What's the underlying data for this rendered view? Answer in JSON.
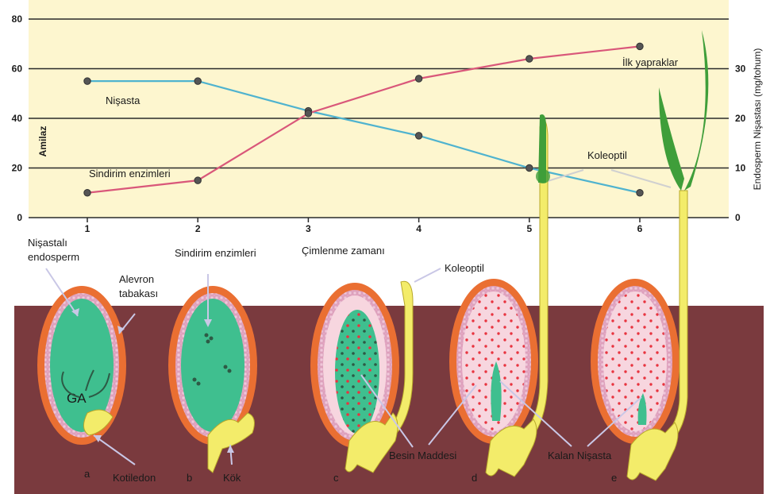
{
  "chart_data": {
    "type": "line",
    "x": [
      1,
      2,
      3,
      4,
      5,
      6
    ],
    "x_ticks": [
      "1",
      "2",
      "3",
      "4",
      "5",
      "6"
    ],
    "ylim": [
      0,
      80
    ],
    "y_ticks": [
      "0",
      "20",
      "40",
      "60",
      "80"
    ],
    "ylim_right": [
      0,
      40
    ],
    "y_ticks_right": [
      "0",
      "10",
      "20",
      "30"
    ],
    "ylabel": "Amilaz",
    "ylabel_right": "Endosperm Nişastası (mg/tohum)",
    "grid": true,
    "series": [
      {
        "name": "Nişasta",
        "axis": "right",
        "color": "#4fb3cf",
        "values": [
          27.5,
          27.5,
          21.5,
          16.5,
          10,
          5
        ]
      },
      {
        "name": "Sindirim enzimleri",
        "axis": "left",
        "color": "#d9577a",
        "values": [
          10,
          15,
          42,
          56,
          64,
          69
        ]
      }
    ]
  },
  "labels": {
    "ilk_yapraklar": "İlk yapraklar",
    "koleoptil_top": "Koleoptil",
    "nisastali": "Nişastalı",
    "endosperm": "endosperm",
    "alevron": "Alevron",
    "tabakasi": "tabakası",
    "sindirim_mid": "Sindirim enzimleri",
    "cimlenme": "Çimlenme zamanı",
    "koleoptil_mid": "Koleoptil",
    "ga": "GA",
    "besin": "Besin Maddesi",
    "kalan": "Kalan Nişasta",
    "kotiledon": "Kotiledon",
    "kok": "Kök",
    "stages": [
      "a",
      "b",
      "c",
      "d",
      "e"
    ]
  },
  "colors": {
    "chart_bg": "#fdf6cf",
    "soil": "#7a3a3e",
    "seed_coat": "#ea6f32",
    "aleurone": "#e6a8c4",
    "endosperm_green": "#3fbf8f",
    "endosperm_pink": "#f7d6df",
    "seedling_yellow": "#f3ec6a",
    "leaf_green": "#3f9e3a"
  }
}
